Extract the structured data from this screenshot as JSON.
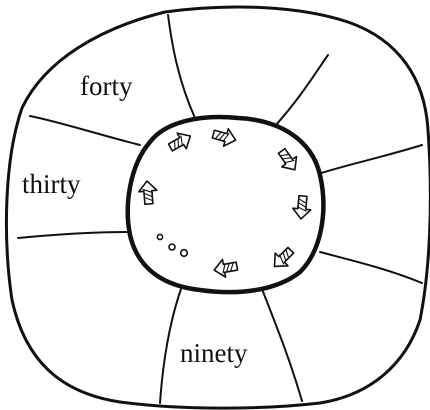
{
  "sections": [
    {
      "id": "forty",
      "label": "forty"
    },
    {
      "id": "thirty",
      "label": "thirty"
    },
    {
      "id": "ninety",
      "label": "ninety"
    }
  ],
  "icons": {
    "arrow": "hatched-arrow-icon",
    "dot": "small-circle-icon"
  }
}
